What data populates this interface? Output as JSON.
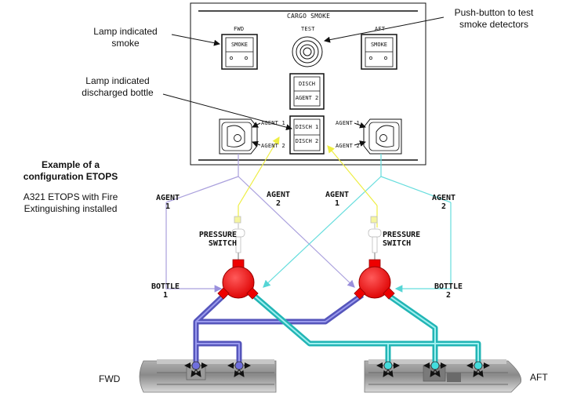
{
  "panel": {
    "title": "CARGO SMOKE",
    "fwd_label": "FWD",
    "aft_label": "AFT",
    "test_label": "TEST",
    "smoke_label": "SMOKE",
    "disch_label": "DISCH",
    "agent2_label": "AGENT 2",
    "disch1_label": "DISCH 1",
    "disch2_label": "DISCH 2",
    "agent1_left": "AGENT 1",
    "agent2_left": "AGENT 2",
    "agent1_right": "AGENT 1",
    "agent2_right": "AGENT 2"
  },
  "annotations": {
    "lamp_smoke_1": "Lamp indicated",
    "lamp_smoke_2": "smoke",
    "lamp_disch_1": "Lamp indicated",
    "lamp_disch_2": "discharged bottle",
    "pushbutton_1": "Push-button to test",
    "pushbutton_2": "smoke detectors",
    "example_1": "Example of a",
    "example_2": "configuration ETOPS",
    "config_1": "A321 ETOPS with Fire",
    "config_2": "Extinguishing installed"
  },
  "system": {
    "agent1_left": "AGENT",
    "agent1_left_num": "1",
    "agent2_left": "AGENT",
    "agent2_left_num": "2",
    "agent1_right": "AGENT",
    "agent1_right_num": "1",
    "agent2_right": "AGENT",
    "agent2_right_num": "2",
    "pressure_left_1": "PRESSURE",
    "pressure_left_2": "SWITCH",
    "pressure_right_1": "PRESSURE",
    "pressure_right_2": "SWITCH",
    "bottle_left": "BOTTLE",
    "bottle_left_num": "1",
    "bottle_right": "BOTTLE",
    "bottle_right_num": "2",
    "hold_fwd": "FWD",
    "hold_aft": "AFT"
  },
  "colors": {
    "bottle_red": "#ee0000",
    "pipe_purple": "#6666cc",
    "pipe_cyan": "#33cccc",
    "wire_yellow": "#eeee44",
    "wire_lilac": "#aaa0dd",
    "wire_cyan": "#66dddd"
  }
}
